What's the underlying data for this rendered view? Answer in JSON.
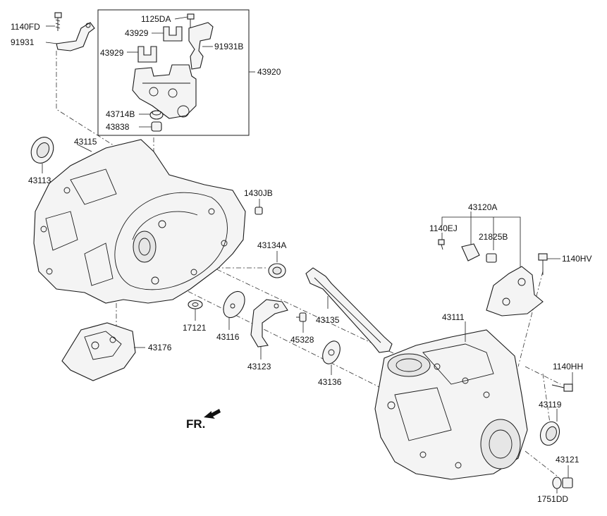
{
  "diagram": {
    "callouts": [
      {
        "id": "1140FD",
        "text": "1140FD"
      },
      {
        "id": "91931",
        "text": "91931"
      },
      {
        "id": "1125DA",
        "text": "1125DA"
      },
      {
        "id": "43929a",
        "text": "43929"
      },
      {
        "id": "43929b",
        "text": "43929"
      },
      {
        "id": "91931B",
        "text": "91931B"
      },
      {
        "id": "43920",
        "text": "43920"
      },
      {
        "id": "43714B",
        "text": "43714B"
      },
      {
        "id": "43838",
        "text": "43838"
      },
      {
        "id": "43113",
        "text": "43113"
      },
      {
        "id": "43115",
        "text": "43115"
      },
      {
        "id": "1430JB",
        "text": "1430JB"
      },
      {
        "id": "43134A",
        "text": "43134A"
      },
      {
        "id": "43120A",
        "text": "43120A"
      },
      {
        "id": "1140EJ",
        "text": "1140EJ"
      },
      {
        "id": "21825B",
        "text": "21825B"
      },
      {
        "id": "1140HV",
        "text": "1140HV"
      },
      {
        "id": "43176",
        "text": "43176"
      },
      {
        "id": "17121",
        "text": "17121"
      },
      {
        "id": "43116",
        "text": "43116"
      },
      {
        "id": "43123",
        "text": "43123"
      },
      {
        "id": "45328",
        "text": "45328"
      },
      {
        "id": "43135",
        "text": "43135"
      },
      {
        "id": "43111",
        "text": "43111"
      },
      {
        "id": "43136",
        "text": "43136"
      },
      {
        "id": "1140HH",
        "text": "1140HH"
      },
      {
        "id": "43119",
        "text": "43119"
      },
      {
        "id": "43121",
        "text": "43121"
      },
      {
        "id": "1751DD",
        "text": "1751DD"
      }
    ],
    "direction_marker": "FR."
  }
}
